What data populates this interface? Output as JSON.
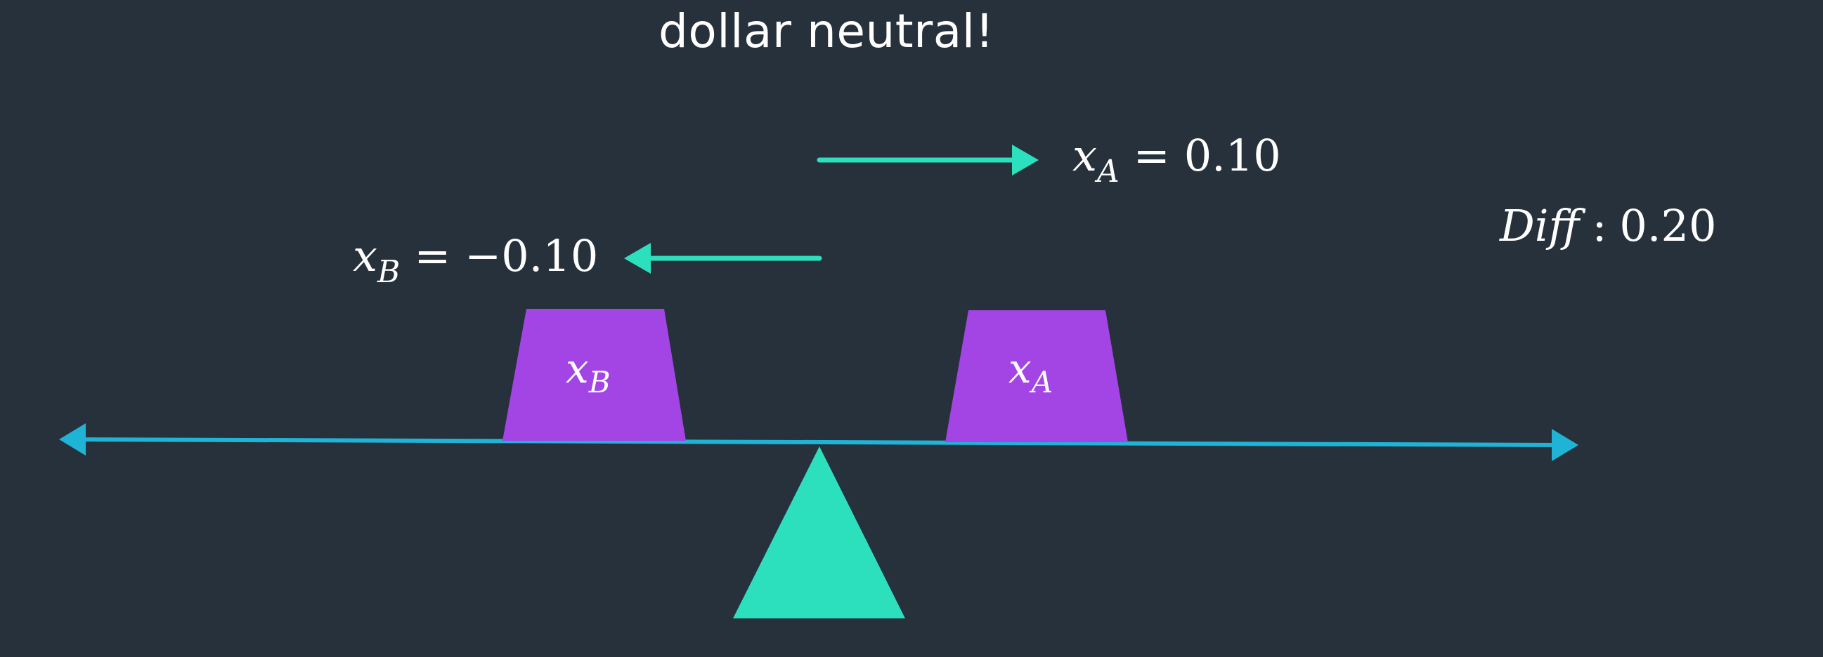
{
  "title": "dollar neutral!",
  "stock_a": {
    "var": "x",
    "sub": "A",
    "label_equals": "=",
    "value": "0.10",
    "direction": "right"
  },
  "stock_b": {
    "var": "x",
    "sub": "B",
    "label_equals": "=",
    "value": "−0.10",
    "direction": "left"
  },
  "diff": {
    "label": "Diff",
    "sep": ":",
    "value": "0.20"
  },
  "colors": {
    "background": "#27313b",
    "beam": "#1fb3d6",
    "arrow": "#2de0bd",
    "fulcrum": "#2de0bd",
    "weight": "#a245e4",
    "text": "#ffffff"
  },
  "icons": {
    "beam": "double-headed-arrow-beam",
    "fulcrum": "triangle-fulcrum",
    "weight": "trapezoid-weight"
  }
}
